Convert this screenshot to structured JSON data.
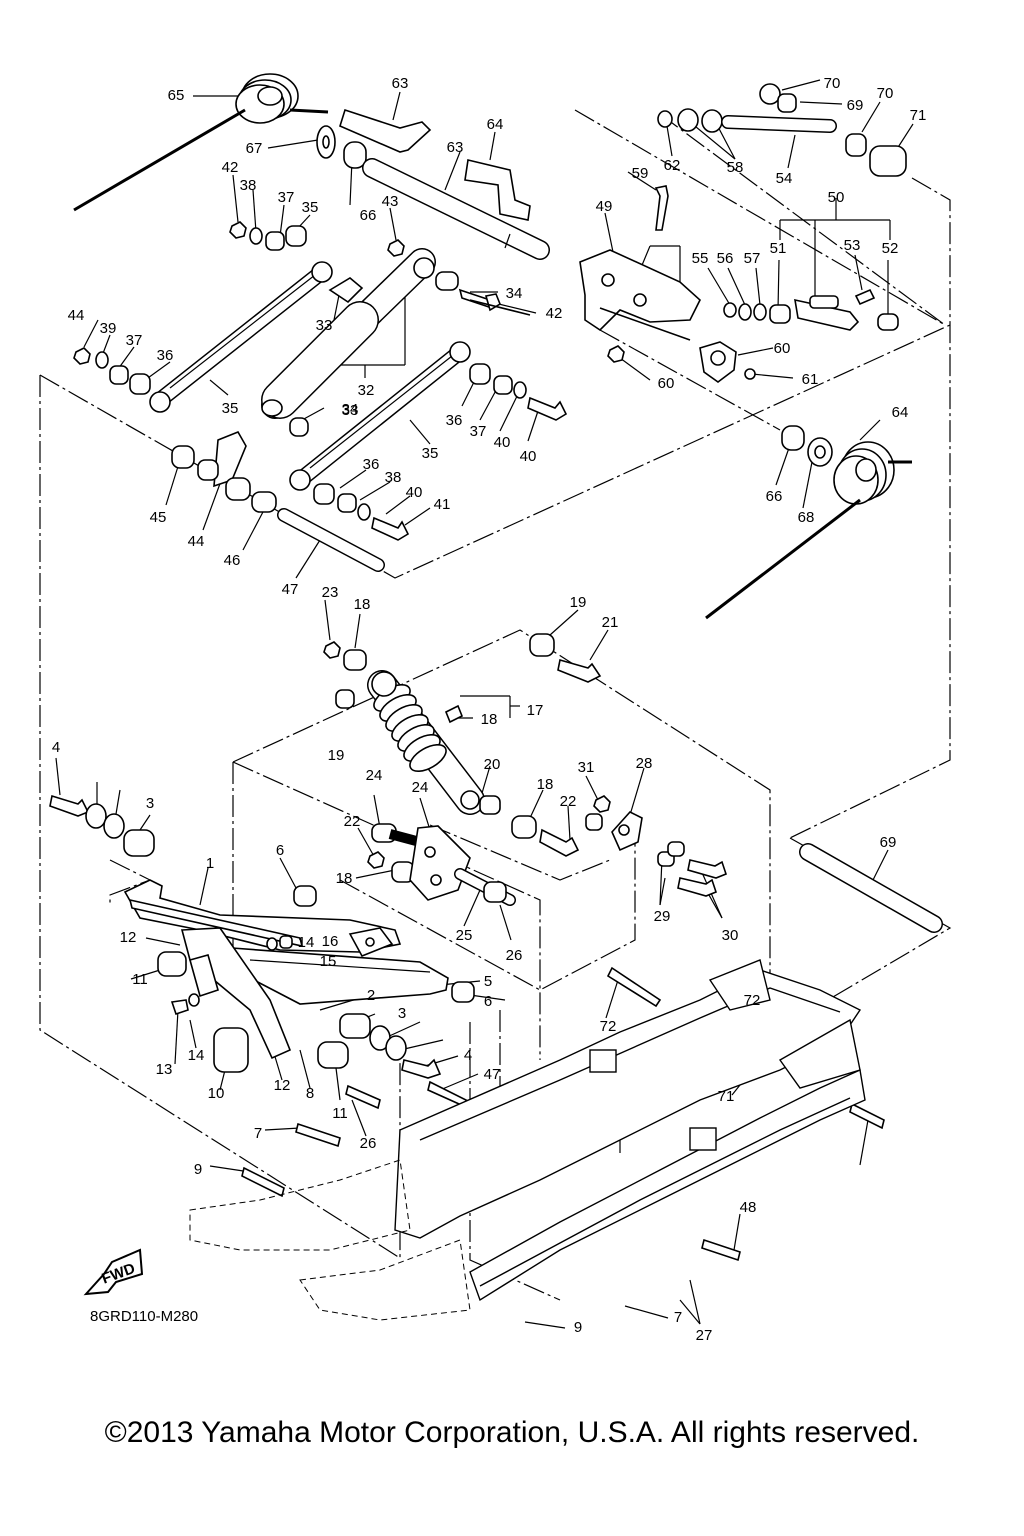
{
  "diagram": {
    "drawing_code": "8GRD110-M280",
    "fwd_label": "FWD",
    "copyright": "©2013 Yamaha Motor Corporation, U.S.A. All rights reserved.",
    "callouts": [
      "1",
      "2",
      "3",
      "3",
      "4",
      "4",
      "6",
      "6",
      "5",
      "7",
      "7",
      "8",
      "9",
      "9",
      "10",
      "11",
      "11",
      "12",
      "12",
      "13",
      "14",
      "14",
      "15",
      "16",
      "17",
      "18",
      "18",
      "18",
      "18",
      "19",
      "19",
      "20",
      "21",
      "22",
      "22",
      "23",
      "24",
      "24",
      "25",
      "26",
      "26",
      "27",
      "28",
      "29",
      "30",
      "31",
      "32",
      "33",
      "33",
      "34",
      "34",
      "35",
      "35",
      "35",
      "36",
      "36",
      "36",
      "37",
      "37",
      "37",
      "38",
      "38",
      "39",
      "40",
      "40",
      "40",
      "41",
      "42",
      "42",
      "43",
      "44",
      "44",
      "45",
      "46",
      "47",
      "47",
      "48",
      "49",
      "50",
      "51",
      "52",
      "53",
      "54",
      "55",
      "56",
      "57",
      "58",
      "59",
      "60",
      "60",
      "61",
      "62",
      "63",
      "63",
      "64",
      "64",
      "65",
      "66",
      "66",
      "67",
      "68",
      "69",
      "69",
      "70",
      "70",
      "71",
      "71",
      "72",
      "72"
    ]
  }
}
